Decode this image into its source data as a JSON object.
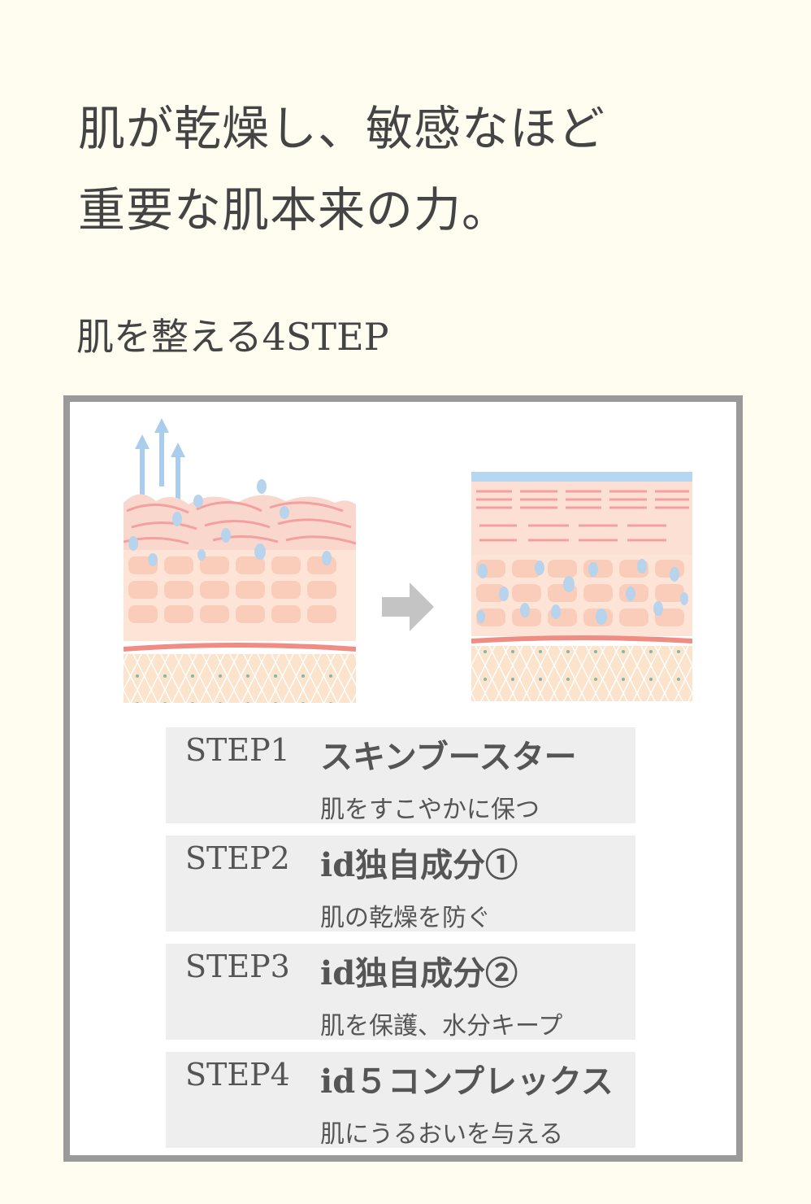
{
  "headline": {
    "line1": "肌が乾燥し、敏感なほど",
    "line2": "重要な肌本来の力。"
  },
  "subheading": "肌を整える4STEP",
  "illustration": {
    "before_icon": "dry-skin-cross-section",
    "arrow_icon": "right-arrow-icon",
    "after_icon": "hydrated-skin-cross-section"
  },
  "steps": [
    {
      "number": "STEP1",
      "title": "スキンブースター",
      "description": "肌をすこやかに保つ"
    },
    {
      "number": "STEP2",
      "title": "id独自成分①",
      "description": "肌の乾燥を防ぐ"
    },
    {
      "number": "STEP3",
      "title": "id独自成分②",
      "description": "肌を保護、水分キープ"
    },
    {
      "number": "STEP4",
      "title": "id５コンプレックス",
      "description": "肌にうるおいを与える"
    }
  ],
  "colors": {
    "background": "#fefdf0",
    "panel_border": "#9a9a9a",
    "step_bg": "#eeeeee",
    "text": "#444444"
  }
}
